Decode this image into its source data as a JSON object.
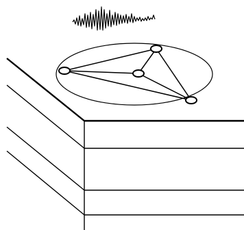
{
  "diagram": {
    "description_elements": {
      "seismogram": "waveform",
      "array_outline": "ellipse",
      "stations": [
        "station-1",
        "station-2",
        "station-3",
        "station-4"
      ],
      "connections": 6,
      "ground_model": "layered-block"
    },
    "colors": {
      "stroke": "#000000",
      "background": "#ffffff"
    },
    "layers": {
      "count": 4
    }
  }
}
